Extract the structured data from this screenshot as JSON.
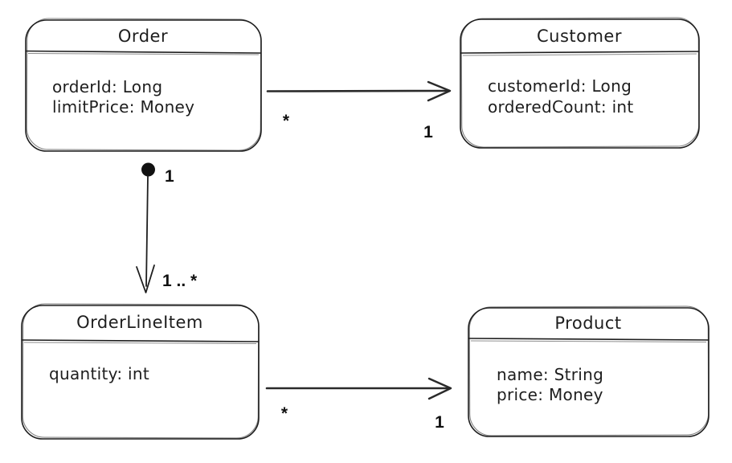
{
  "diagram": {
    "type": "uml-class-diagram",
    "background_color": "#ffffff",
    "stroke_color": "#1e1e1e",
    "classes": [
      {
        "name": "Order",
        "attributes": [
          "orderId: Long",
          "limitPrice: Money"
        ]
      },
      {
        "name": "Customer",
        "attributes": [
          "customerId: Long",
          "orderedCount: int"
        ]
      },
      {
        "name": "OrderLineItem",
        "attributes": [
          "quantity: int"
        ]
      },
      {
        "name": "Product",
        "attributes": [
          "name: String",
          "price: Money"
        ]
      }
    ],
    "relations": [
      {
        "from": "Order",
        "to": "Customer",
        "style": "open-arrow",
        "source_multiplicity": "*",
        "target_multiplicity": "1"
      },
      {
        "from": "Order",
        "to": "OrderLineItem",
        "style": "filled-circle-open-arrow",
        "source_multiplicity": "1",
        "target_multiplicity": "1 .. *"
      },
      {
        "from": "OrderLineItem",
        "to": "Product",
        "style": "open-arrow",
        "source_multiplicity": "*",
        "target_multiplicity": "1"
      }
    ]
  }
}
